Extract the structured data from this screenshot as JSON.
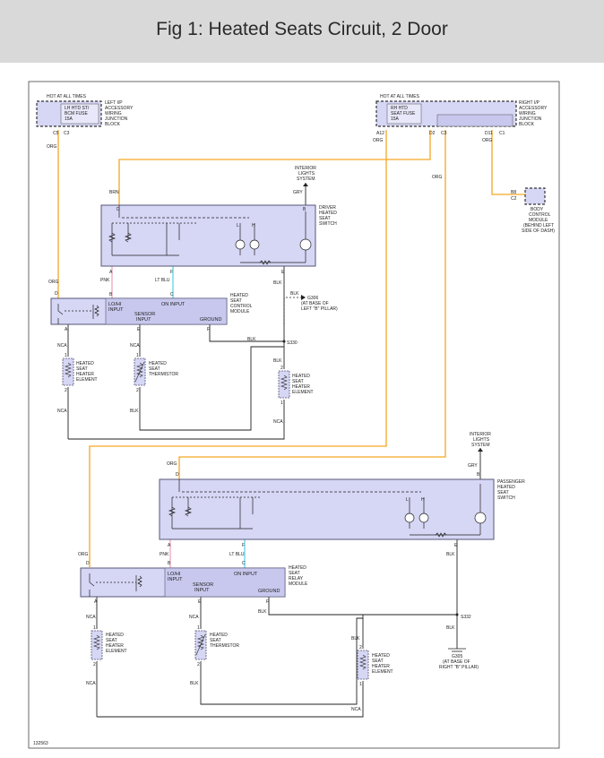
{
  "page": {
    "title": "Fig 1: Heated Seats Circuit, 2 Door"
  },
  "fuse_blocks": {
    "left": {
      "hot": "HOT AT ALL TIMES",
      "fuse_l1": "LH HTD ST/",
      "fuse_l2": "BCM FUSE",
      "fuse_l3": "15A",
      "block_l1": "LEFT I/P",
      "block_l2": "ACCESSORY",
      "block_l3": "WIRING",
      "block_l4": "JUNCTION",
      "block_l5": "BLOCK",
      "pin_a": "C5",
      "pin_b": "C3"
    },
    "right": {
      "hot": "HOT AT ALL TIMES",
      "fuse_l1": "RH HTD",
      "fuse_l2": "SEAT FUSE",
      "fuse_l3": "15A",
      "block_l1": "RIGHT I/P",
      "block_l2": "ACCESSORY",
      "block_l3": "WIRING",
      "block_l4": "JUNCTION",
      "block_l5": "BLOCK",
      "pin_a12": "A12",
      "pin_c3": "C3",
      "pin_d2": "D2",
      "pin_d11": "D11",
      "pin_c1": "C1"
    }
  },
  "bcm": {
    "l1": "BODY",
    "l2": "CONTROL",
    "l3": "MODULE",
    "l4": "(BEHIND LEFT",
    "l5": "SIDE OF DASH)",
    "pin_b8": "B8",
    "pin_c2": "C2"
  },
  "interior_lights": {
    "l1": "INTERIOR",
    "l2": "LIGHTS",
    "l3": "SYSTEM"
  },
  "driver_switch": {
    "l1": "DRIVER",
    "l2": "HEATED",
    "l3": "SEAT",
    "l4": "SWITCH",
    "pin_d": "D",
    "pin_b": "B",
    "pin_a": "A",
    "pin_f": "F",
    "pin_e": "E",
    "pin_l": "L",
    "pin_h": "H"
  },
  "driver_module": {
    "l1": "HEATED",
    "l2": "SEAT",
    "l3": "CONTROL",
    "l4": "MODULE",
    "lo_hi_1": "LO/HI",
    "lo_hi_2": "INPUT",
    "on_input": "ON INPUT",
    "sensor_1": "SENSOR",
    "sensor_2": "INPUT",
    "ground": "GROUND",
    "pin_d": "D",
    "pin_b": "B",
    "pin_c": "C",
    "pin_a": "A",
    "pin_e": "E",
    "pin_f": "F"
  },
  "passenger_switch": {
    "l1": "PASSENGER",
    "l2": "HEATED",
    "l3": "SEAT",
    "l4": "SWITCH",
    "pin_d": "D",
    "pin_b": "B",
    "pin_a": "A",
    "pin_f": "F",
    "pin_e": "E",
    "pin_l": "L",
    "pin_h": "H"
  },
  "passenger_module": {
    "l1": "HEATED",
    "l2": "SEAT",
    "l3": "RELAY",
    "l4": "MODULE",
    "lo_hi_1": "LO/HI",
    "lo_hi_2": "INPUT",
    "on_input": "ON INPUT",
    "sensor_1": "SENSOR",
    "sensor_2": "INPUT",
    "ground": "GROUND",
    "pin_d": "D",
    "pin_b": "B",
    "pin_c": "C",
    "pin_a": "A",
    "pin_e": "E",
    "pin_f": "F"
  },
  "elements": {
    "heater_l1": "HEATED",
    "heater_l2": "SEAT",
    "heater_l3": "HEATER",
    "heater_l4": "ELEMENT",
    "thermistor_l1": "HEATED",
    "thermistor_l2": "SEAT",
    "thermistor_l3": "THERMISTOR",
    "pin_1": "1",
    "pin_2": "2"
  },
  "grounds": {
    "g306_l1": "G306",
    "g306_l2": "(AT BASE OF",
    "g306_l3": "LEFT \"B\" PILLAR)",
    "g305_l1": "G305",
    "g305_l2": "(AT BASE OF",
    "g305_l3": "RIGHT \"B\" PILLAR)",
    "s330": "S330",
    "s332": "S332"
  },
  "wire_colors": {
    "org": "ORG",
    "brn": "BRN",
    "gry": "GRY",
    "pnk": "PNK",
    "lt_blu": "LT BLU",
    "blk": "BLK",
    "nca": "NCA"
  },
  "colors": {
    "orange_wire": "#f5a623",
    "light_blue_wire": "#4fd0e0",
    "pink_wire": "#e8a0b4",
    "box_fill": "#d6d6f5",
    "box_stroke": "#555577"
  },
  "diagram_number": "132563"
}
